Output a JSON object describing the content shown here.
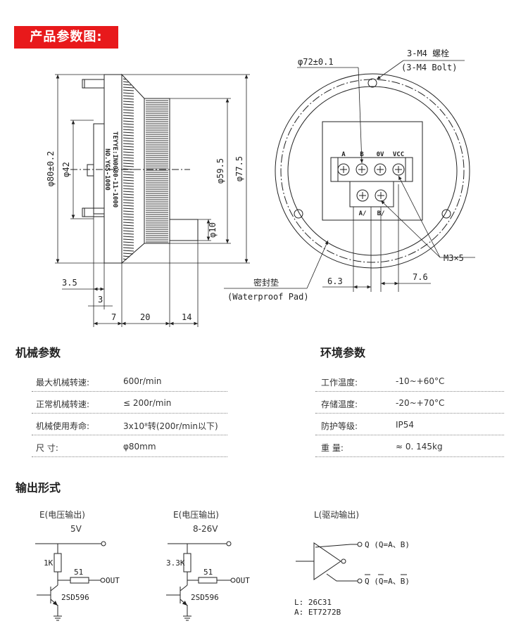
{
  "banner": "产品参数图:",
  "drawing": {
    "dims": {
      "d80": "φ80±0.2",
      "d42": "φ42",
      "d595": "φ59.5",
      "d775": "φ77.5",
      "d10": "φ10",
      "d35": "3.5",
      "d3": "3",
      "d7": "7",
      "d20": "20",
      "d14": "14",
      "d72": "φ72±0.1",
      "bolt_cn": "3-M4 螺栓",
      "bolt_en": "(3-M4 Bolt)",
      "m3": "M3×5",
      "d63": "6.3",
      "d76": "7.6",
      "pad_cn": "密封垫",
      "pad_en": "(Waterproof Pad)"
    },
    "label_line1": "TEYYE:IN0080-11-1000",
    "label_line2": "NO.YGS-1000",
    "terminals_top": [
      "A",
      "B",
      "0V",
      "VCC"
    ],
    "terminals_bottom": [
      "A/",
      "B/"
    ]
  },
  "mech": {
    "title": "机械参数",
    "rows": [
      {
        "label": "最大机械转速:",
        "value": "600r/min"
      },
      {
        "label": "正常机械转速:",
        "value": "≤ 200r/min"
      },
      {
        "label": "机械使用寿命:",
        "value": "3x10⁸转(200r/min以下)"
      },
      {
        "label": "尺        寸:",
        "value": "φ80mm"
      }
    ]
  },
  "env": {
    "title": "环境参数",
    "rows": [
      {
        "label": "工作温度:",
        "value": "-10~+60°C"
      },
      {
        "label": "存储温度:",
        "value": "-20~+70°C"
      },
      {
        "label": "防护等级:",
        "value": "IP54"
      },
      {
        "label": "重     量:",
        "value": "≈ 0. 145kg"
      }
    ]
  },
  "output": {
    "title": "输出形式",
    "c1": {
      "title": "E(电压输出)",
      "voltage": "5V",
      "r1": "1K",
      "r2": "51",
      "out": "OUT",
      "transistor": "2SD596"
    },
    "c2": {
      "title": "E(电压输出)",
      "voltage": "8-26V",
      "r1": "3.3K",
      "r2": "51",
      "out": "OUT",
      "transistor": "2SD596"
    },
    "c3": {
      "title": "L(驱动输出)",
      "q": "Q (Q=A、B)",
      "qbar": "Q (Q=A、B)",
      "l_note": "L:  26C31",
      "a_note": "A:  ET7272B"
    }
  }
}
